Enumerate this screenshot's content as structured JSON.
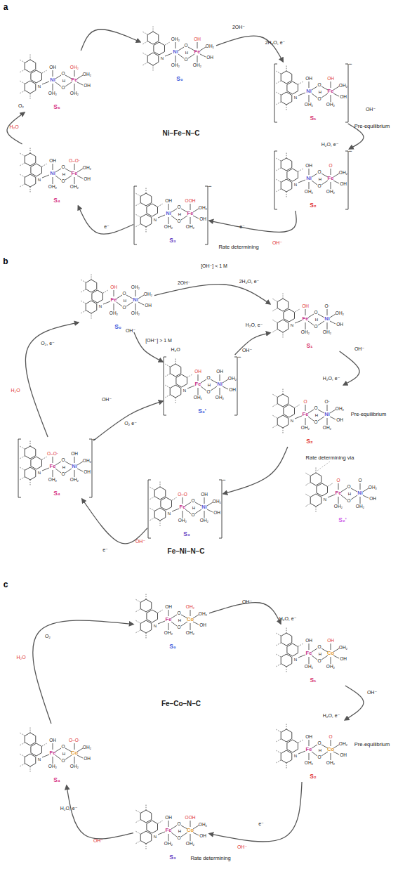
{
  "diagram": {
    "nodes": [
      {
        "text": [
          "S₀",
          "Ni",
          "OH₂",
          "OH₂",
          "O",
          "H",
          "O",
          "Fe",
          "OH",
          "OH₂",
          "OH",
          "OH₂",
          "N"
        ]
      },
      {
        "text": [
          "S₁",
          "Ni",
          "OH",
          "OH₂",
          "O",
          "H",
          "O",
          "Fe",
          "OH",
          "OH₂",
          "OH",
          "OH₂",
          "N",
          "−"
        ]
      },
      {
        "text": [
          "S₂",
          "Ni",
          "OH",
          "OH₂",
          "O",
          "H",
          "O",
          "Fe",
          "O",
          "OH₂",
          "OH",
          "OH₂",
          "N",
          "−"
        ]
      },
      {
        "text": [
          "S₃",
          "Ni",
          "OH",
          "OH₂",
          "O",
          "H",
          "O",
          "Fe",
          "OOH",
          "OH₂",
          "OH",
          "OH₂",
          "N",
          "−"
        ]
      },
      {
        "text": [
          "S₄",
          "Ni",
          "OH",
          "OH₂",
          "O",
          "H",
          "O",
          "Fe",
          "O–O·",
          "OH₂",
          "OH",
          "OH₂",
          "N"
        ]
      },
      {
        "text": [
          "S₅",
          "Ni",
          "OH",
          "OH₂",
          "O",
          "H",
          "O",
          "Fe",
          "OH₂",
          "OH₂",
          "OH",
          "OH₂",
          "N"
        ]
      },
      {
        "text": [
          "S₀",
          "Fe",
          "OH",
          "OH₂",
          "O",
          "H",
          "O",
          "Ni",
          "OH₂",
          "OH₂",
          "OH",
          "OH₂",
          "N"
        ]
      },
      {
        "text": [
          "S₁",
          "Fe",
          "OH",
          "OH₂",
          "O",
          "H",
          "O",
          "Ni",
          "O·",
          "OH₂",
          "OH",
          "OH₂",
          "N"
        ]
      },
      {
        "text": [
          "S₀'",
          "Fe",
          "OH",
          "OH₂",
          "O",
          "H",
          "O",
          "Ni",
          "OH",
          "OH₂",
          "OH",
          "OH₂",
          "N",
          "−"
        ]
      },
      {
        "text": [
          "S₂",
          "Fe",
          "O",
          "OH₂",
          "O",
          "H",
          "O",
          "Ni",
          "O·",
          "OH₂",
          "OH",
          "OH₂",
          "N"
        ]
      },
      {
        "text": [
          "S₂'",
          "Fe",
          "O",
          "OH₂",
          "O",
          "H",
          "O",
          "Ni",
          "O",
          "OH₂",
          "OH",
          "OH₂",
          "N"
        ]
      },
      {
        "text": [
          "S₃",
          "Fe",
          "O–O",
          "OH₂",
          "O",
          "H",
          "O",
          "Ni",
          "OH",
          "OH₂",
          "OH",
          "OH₂",
          "N",
          "−"
        ]
      },
      {
        "text": [
          "S₄",
          "Fe",
          "O–O·",
          "OH₂",
          "O",
          "H",
          "O",
          "Ni",
          "OH",
          "OH₂",
          "OH",
          "OH₂",
          "N",
          "−"
        ]
      },
      {
        "text": [
          "S₀",
          "Fe",
          "OH",
          "OH₂",
          "O",
          "H",
          "O",
          "Co",
          "OH₂",
          "OH₂",
          "OH",
          "OH₂",
          "N"
        ]
      },
      {
        "text": [
          "S₁",
          "Fe",
          "OH",
          "OH₂",
          "O",
          "H",
          "O",
          "Co",
          "OH",
          "OH₂",
          "OH",
          "OH₂",
          "N"
        ]
      },
      {
        "text": [
          "S₂",
          "Fe",
          "OH",
          "OH₂",
          "O",
          "H",
          "O",
          "Co",
          "O",
          "OH₂",
          "OH",
          "OH₂",
          "N"
        ]
      },
      {
        "text": [
          "S₃",
          "Fe",
          "OH",
          "OH₂",
          "O",
          "H",
          "O",
          "Co",
          "OOH",
          "OH₂",
          "OH",
          "OH₂",
          "N"
        ]
      },
      {
        "text": [
          "S₄",
          "Fe",
          "OH",
          "OH₂",
          "O",
          "H",
          "O",
          "Co",
          "O–O·",
          "OH₂",
          "OH",
          "OH₂",
          "N"
        ]
      }
    ],
    "edges": [
      {
        "from": 0,
        "to": 1,
        "arrow": "to"
      },
      {
        "from": 1,
        "to": 2,
        "arrow": "to",
        "label": "Pre-equilibrium"
      },
      {
        "from": 2,
        "to": 3,
        "arrow": "to",
        "label": "Rate determining"
      },
      {
        "from": 3,
        "to": 4,
        "arrow": "to"
      },
      {
        "from": 4,
        "to": 5,
        "arrow": "to"
      },
      {
        "from": 5,
        "to": 0,
        "arrow": "to"
      },
      {
        "from": 6,
        "to": 7,
        "arrow": "to"
      },
      {
        "from": 6,
        "to": 8,
        "arrow": "to"
      },
      {
        "from": 8,
        "to": 7,
        "arrow": "to"
      },
      {
        "from": 7,
        "to": 9,
        "arrow": "to",
        "label": "Pre-equilibrium"
      },
      {
        "from": 9,
        "to": 11,
        "arrow": "to",
        "label": "Rate determining via"
      },
      {
        "from": 11,
        "to": 12,
        "arrow": "to"
      },
      {
        "from": 12,
        "to": 6,
        "arrow": "to"
      },
      {
        "from": 12,
        "to": 8,
        "arrow": "to"
      },
      {
        "from": 13,
        "to": 14,
        "arrow": "to"
      },
      {
        "from": 14,
        "to": 15,
        "arrow": "to",
        "label": "Pre-equilibrium"
      },
      {
        "from": 15,
        "to": 16,
        "arrow": "to",
        "label": "Rate determining"
      },
      {
        "from": 16,
        "to": 17,
        "arrow": "to"
      },
      {
        "from": 17,
        "to": 13,
        "arrow": "to"
      }
    ],
    "labels": [
      "a",
      "Ni–Fe–N–C",
      "2OH⁻",
      "2H₂O, e⁻",
      "OH⁻",
      "H₂O, e⁻",
      "OH⁻",
      "e⁻",
      "e⁻",
      "O₂",
      "H₂O",
      "b",
      "[OH⁻] < 1 M",
      "2OH⁻",
      "2H₂O, e⁻",
      "OH⁻",
      "[OH⁻] > 1 M",
      "H₂O",
      "H₂O, e⁻",
      "OH⁻",
      "OH⁻",
      "H₂O, e⁻",
      "O₂, e⁻",
      "H₂O",
      "OH⁻",
      "O₂ e⁻",
      "OH⁻",
      "e⁻",
      "Fe–Ni–N–C",
      "c",
      "OH⁻",
      "H₂O, e⁻",
      "OH⁻",
      "H₂O, e⁻",
      "OH⁻",
      "e⁻",
      "OH⁻",
      "H₂O, e⁻",
      "O₂",
      "H₂O",
      "Fe–Co–N–C"
    ]
  }
}
